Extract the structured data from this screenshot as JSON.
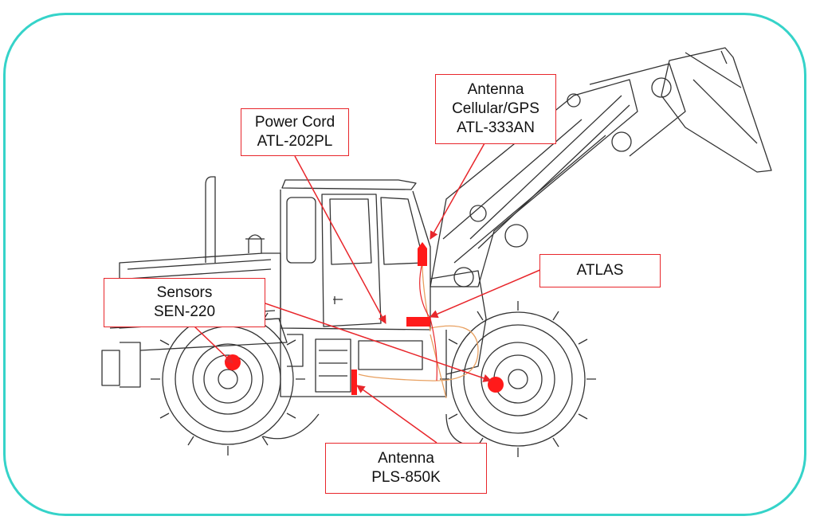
{
  "colors": {
    "frame": "#35d3c9",
    "callout": "#e8262b",
    "device": "#ff1a1a",
    "cable": "#e8a060",
    "line_art": "#333333"
  },
  "callouts": {
    "power_cord": {
      "line1": "Power Cord",
      "line2": "ATL-202PL"
    },
    "antenna_cellular": {
      "line1": "Antenna",
      "line2": "Cellular/GPS",
      "line3": "ATL-333AN"
    },
    "atlas": {
      "line1": "ATLAS"
    },
    "sensors": {
      "line1": "Sensors",
      "line2": "SEN-220"
    },
    "antenna_pls": {
      "line1": "Antenna",
      "line2": "PLS-850K"
    }
  }
}
